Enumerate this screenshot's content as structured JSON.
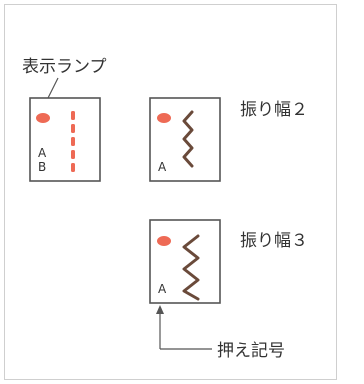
{
  "labels": {
    "indicator_lamp": "表示ランプ",
    "stitch_width_2": "振り幅２",
    "stitch_width_3": "振り幅３",
    "presser_mark": "押え記号"
  },
  "panels": {
    "straight": {
      "letters": [
        "A",
        "B"
      ]
    },
    "zigzag_2": {
      "letters": [
        "A"
      ]
    },
    "zigzag_3": {
      "letters": [
        "A"
      ]
    }
  },
  "colors": {
    "frame": "#555555",
    "lamp": "#ee6a55",
    "stitch_zigzag": "#6a4a3a",
    "text": "#333333"
  }
}
